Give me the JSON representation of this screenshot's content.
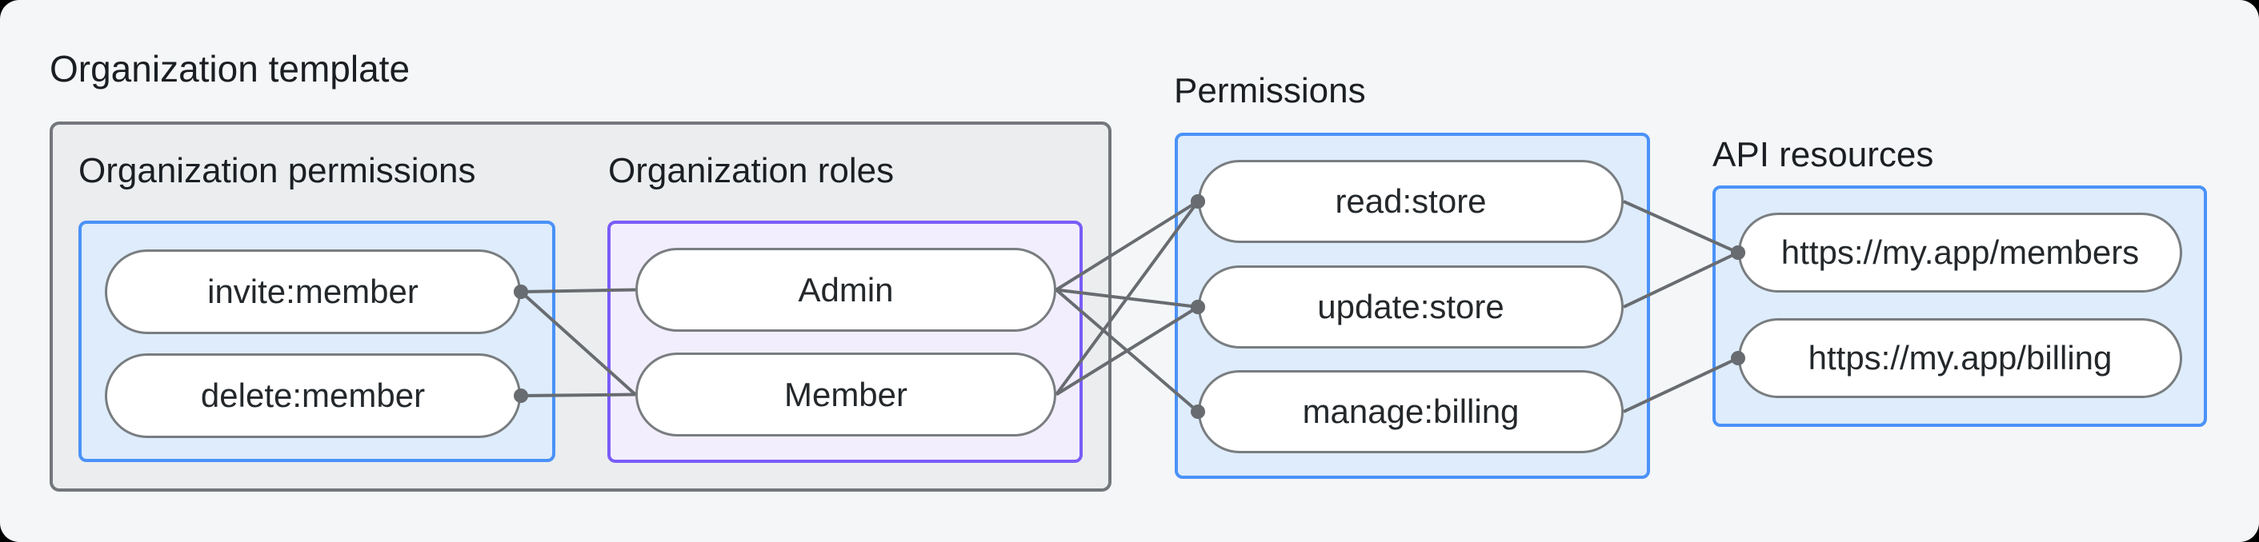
{
  "org_template": {
    "title": "Organization template"
  },
  "sections": {
    "org_permissions": {
      "label": "Organization permissions",
      "pills": [
        "invite:member",
        "delete:member"
      ]
    },
    "org_roles": {
      "label": "Organization roles",
      "pills": [
        "Admin",
        "Member"
      ]
    },
    "permissions": {
      "label": "Permissions",
      "pills": [
        "read:store",
        "update:store",
        "manage:billing"
      ]
    },
    "api_resources": {
      "label": "API resources",
      "pills": [
        "https://my.app/members",
        "https://my.app/billing"
      ]
    }
  },
  "connections": [
    {
      "from": "pill-invite-member",
      "to": "pill-admin",
      "dot": "start"
    },
    {
      "from": "pill-invite-member",
      "to": "pill-member",
      "dot": "start"
    },
    {
      "from": "pill-delete-member",
      "to": "pill-member",
      "dot": "start"
    },
    {
      "from": "pill-admin",
      "to": "pill-read-store",
      "dot": "end"
    },
    {
      "from": "pill-admin",
      "to": "pill-update-store",
      "dot": "end"
    },
    {
      "from": "pill-admin",
      "to": "pill-manage-billing",
      "dot": "end"
    },
    {
      "from": "pill-member",
      "to": "pill-read-store",
      "dot": "end"
    },
    {
      "from": "pill-member",
      "to": "pill-update-store",
      "dot": "end"
    },
    {
      "from": "pill-read-store",
      "to": "pill-members-url",
      "dot": "end"
    },
    {
      "from": "pill-update-store",
      "to": "pill-members-url",
      "dot": "end"
    },
    {
      "from": "pill-manage-billing",
      "to": "pill-billing-url",
      "dot": "end"
    }
  ],
  "colors": {
    "outer-bg": "#000000",
    "page-bg": "#f5f6f7",
    "gray-box-bg": "#ebedee",
    "gray-box-border": "#73777b",
    "blue-box-bg": "#deecfc",
    "blue-box-border": "#4a92f8",
    "purple-box-bg": "#f2eefe",
    "purple-box-border": "#7a5cf8",
    "pill-bg": "#ffffff",
    "pill-border": "#797d80",
    "wire": "#686c70",
    "text": "#1b1f23"
  },
  "wire_style": {
    "stroke_width": 4,
    "dot_radius": 9
  }
}
